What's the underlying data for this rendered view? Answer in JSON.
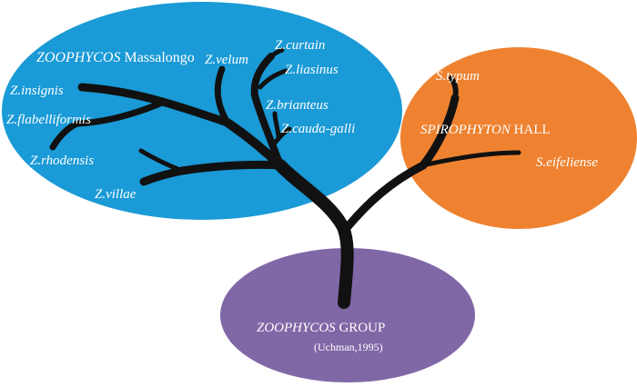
{
  "colors": {
    "zoophycos_ellipse": "#1a9ad6",
    "spirophyton_ellipse": "#ee8230",
    "group_ellipse": "#8067a6",
    "tree": "#111111",
    "text": "#ffffff"
  },
  "groups": {
    "zoophycos": {
      "name_italic": "ZOOPHYCOS",
      "name_rest": " Massalongo"
    },
    "spirophyton": {
      "name_italic": "SPIROPHYTON",
      "name_rest": " HALL"
    },
    "root": {
      "name_italic": "ZOOPHYCOS",
      "name_rest": " GROUP",
      "citation": "(Uchman,1995)"
    }
  },
  "species": {
    "z_curtain": "Z.curtain",
    "z_velum": "Z.velum",
    "z_liasinus": "Z.liasinus",
    "z_insignis": "Z.insignis",
    "z_brianteus": "Z.brianteus",
    "z_flabelliformis": "Z.flabelliformis",
    "z_cauda_galli": "Z.cauda-galli",
    "z_rhodensis": "Z.rhodensis",
    "z_villae": "Z.villae",
    "s_typum": "S.typum",
    "s_eifeliense": "S.eifeliense"
  }
}
